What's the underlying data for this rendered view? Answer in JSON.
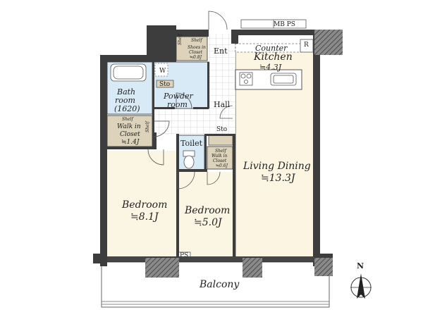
{
  "rooms": {
    "mbps": "MB PS",
    "counter": "Counter",
    "kitchen": "Kitchen",
    "kitchen_area": "≒4.3J",
    "ent": "Ent",
    "shoes_shelf": "Shelf",
    "shoes_closet_l1": "Shoes in",
    "shoes_closet_l2": "Closet",
    "shoes_closet_area": "≒0.8J",
    "shoes_shelf_side": "Shelf",
    "refrigerator_mark": "R",
    "w_mark": "W",
    "sto_powder": "Sto",
    "powder_l1": "Powder",
    "powder_l2": "room",
    "bath_l1": "Bath",
    "bath_l2": "room",
    "bath_l3": "(1620)",
    "hall": "Hall",
    "sto_hall": "Sto",
    "wic_shelf": "Shelf",
    "wic_l1": "Walk in",
    "wic_l2": "Closet",
    "wic_area": "≒1.4J",
    "wic_shelf_side": "Shelf",
    "toilet": "Toilet",
    "small_closet_shelf": "Shelf",
    "small_closet_l1": "Walk in",
    "small_closet_l2": "Closet",
    "small_closet_area": "≒0.6J",
    "living_dining": "Living Dining",
    "living_area": "≒13.3J",
    "bedroom1": "Bedroom",
    "bedroom1_area": "≒8.1J",
    "bedroom2": "Bedroom",
    "bedroom2_area": "≒5.0J",
    "ps": "PS",
    "balcony": "Balcony",
    "north": "N"
  },
  "colors": {
    "wall": "#3d3d3d",
    "bedroom_floor": "#fbf6e4",
    "living_floor": "#fbf5e2",
    "wet_area": "#d9eaf7",
    "closet": "#dcd3ba",
    "tile": "#ffffff",
    "tile_line": "#d0d0d0"
  }
}
